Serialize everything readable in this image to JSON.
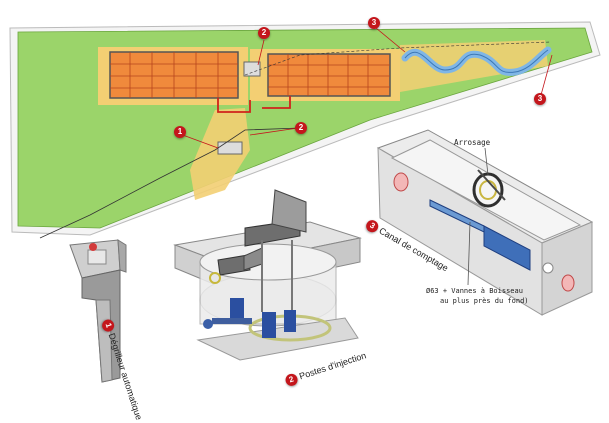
{
  "markers": {
    "site_1": "1",
    "site_2_top": "2",
    "site_2_mid": "2",
    "site_3_top": "3",
    "site_3_right": "3",
    "module_1": "1",
    "module_2": "2",
    "module_3": "3"
  },
  "labels": {
    "degrilleur": "Dégrilleur automatique",
    "postes": "Postes d'injection",
    "canal": "Canal de comptage",
    "arrosage": "Arrosage",
    "vannes_line1": "Ø63 + Vannes à Boisseau",
    "vannes_line2": "au plus près du fond)"
  },
  "colors": {
    "marker": "#c4161c",
    "field": "#9bd46a",
    "basin": "#f08a3c",
    "water": "#7fb6e6",
    "sand": "#f3cf73"
  }
}
